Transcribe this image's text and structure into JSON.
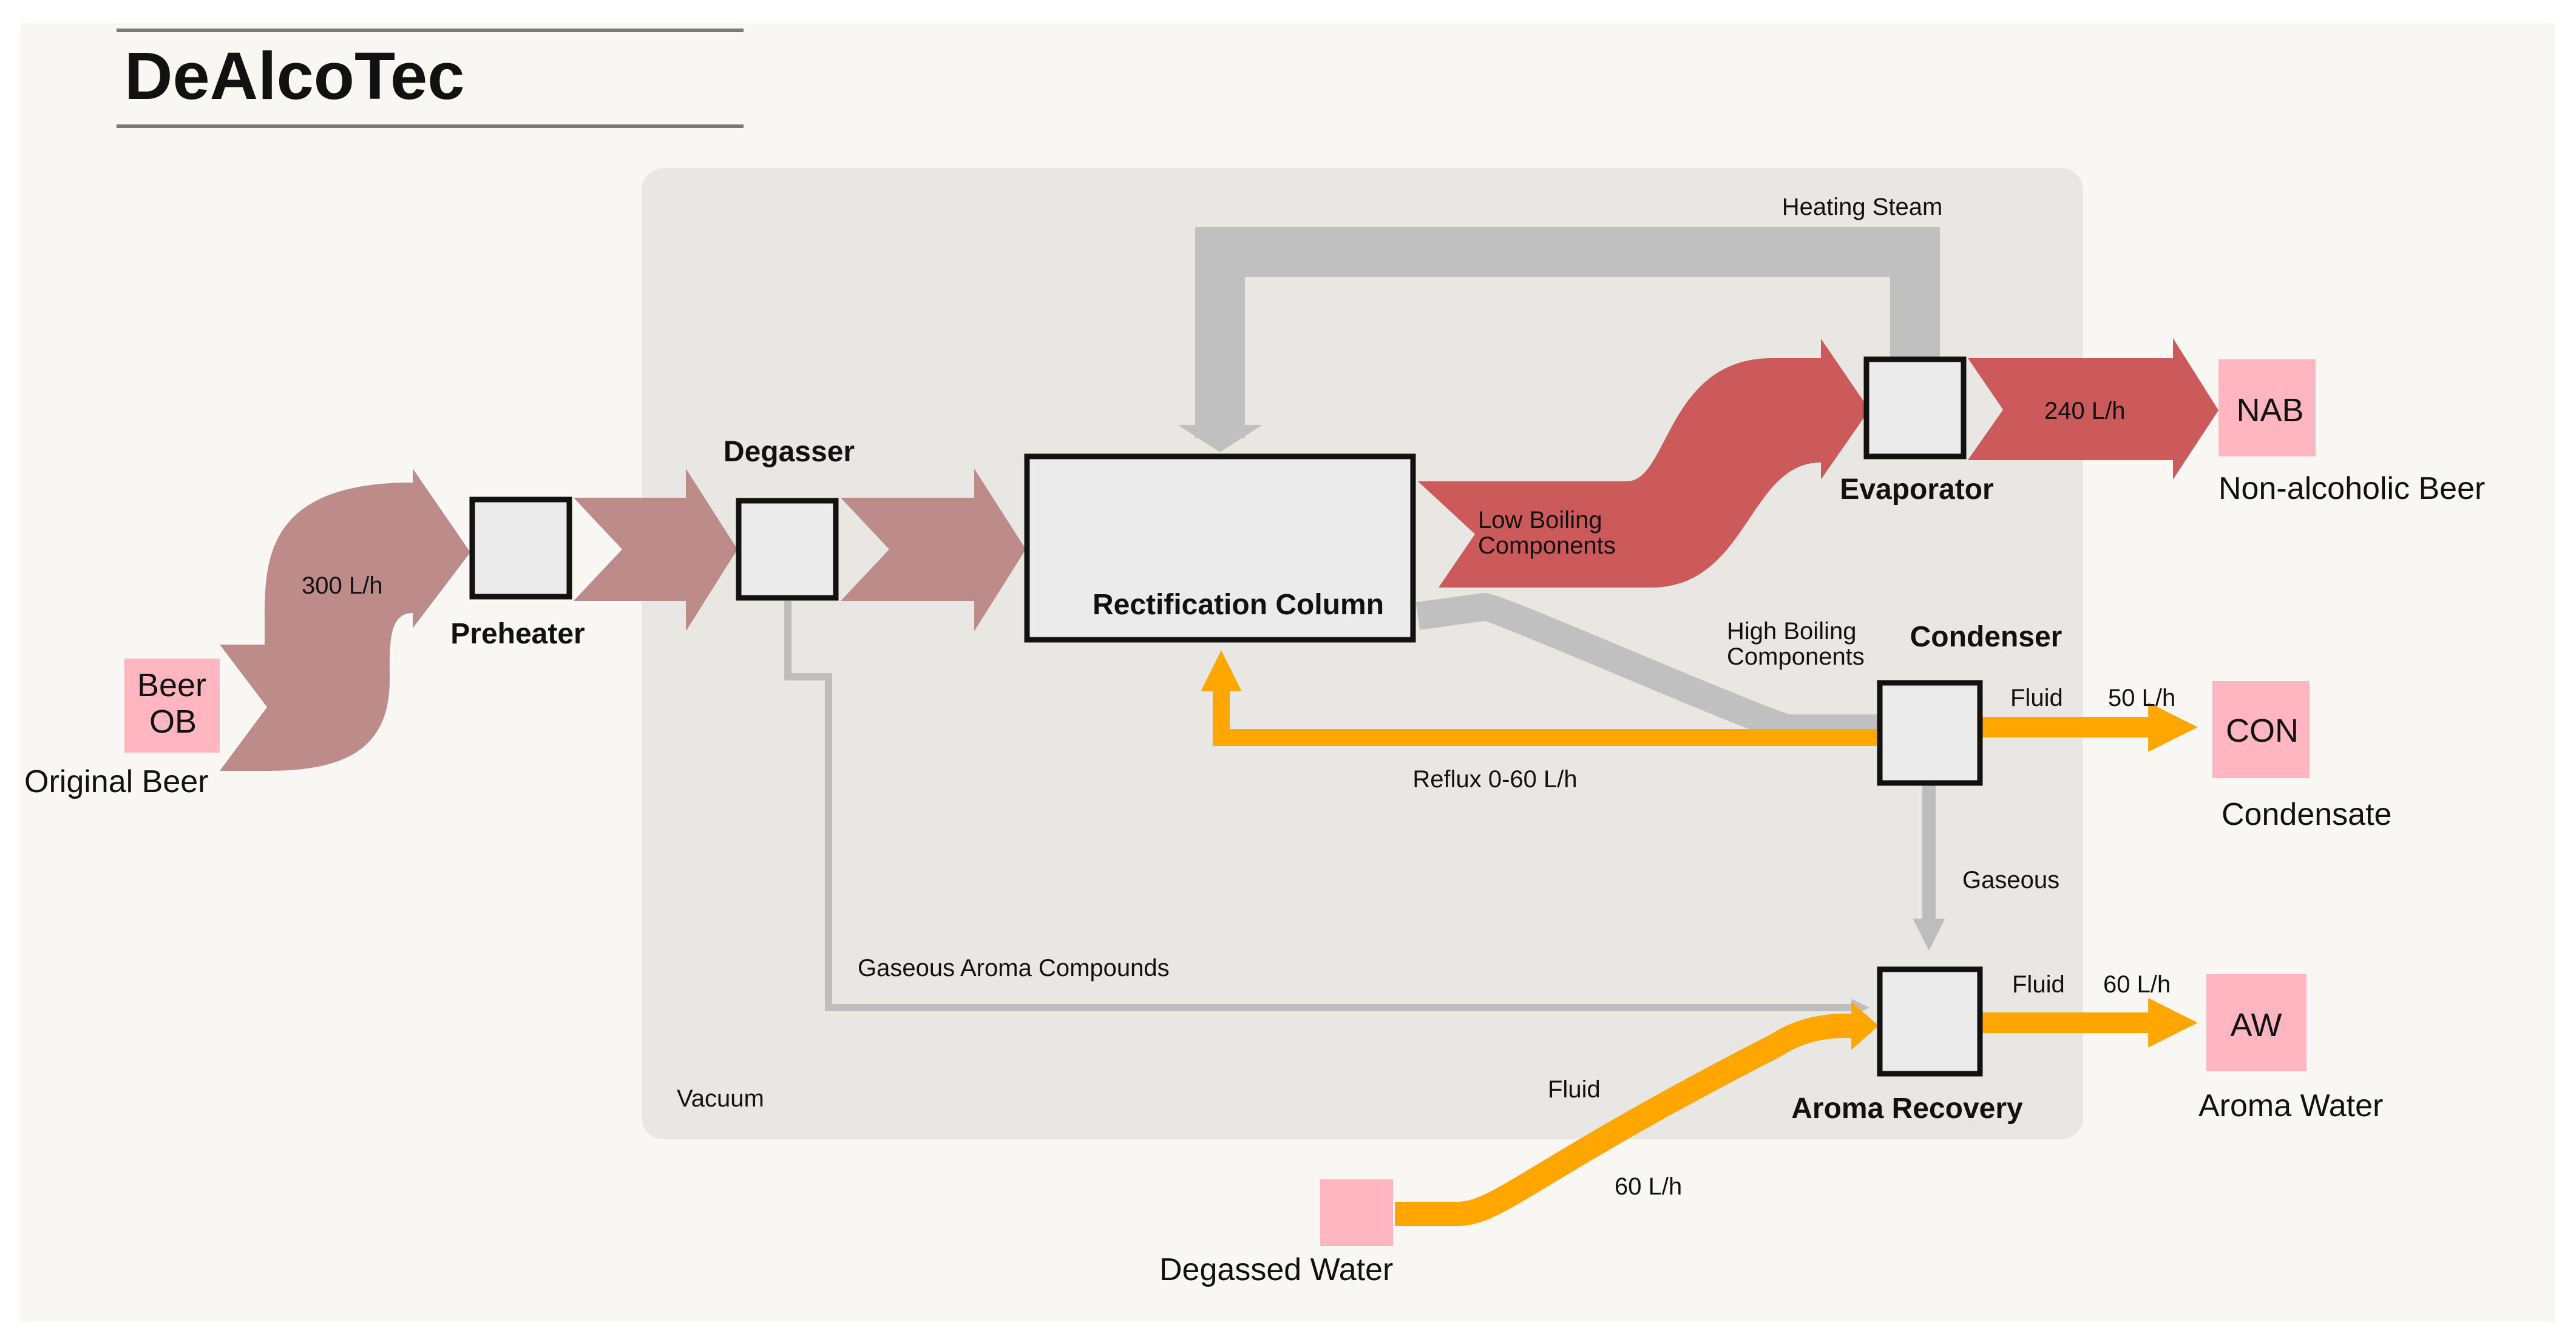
{
  "title": "DeAlcoTec",
  "colors": {
    "page_bg": "#F8F7F3",
    "vacuum_bg": "#E8E7E3",
    "beer_flow": "#BE8B8B",
    "nab_flow": "#CD5A5A",
    "steam_flow": "#C0C0C0",
    "fluid_flow": "#FFA600",
    "terminal_fill": "#FFB6C1",
    "unit_fill": "#EBEBEB"
  },
  "units": {
    "preheater": "Preheater",
    "degasser": "Degasser",
    "rectification": "Rectification Column",
    "evaporator": "Evaporator",
    "condenser": "Condenser",
    "aroma_recovery": "Aroma Recovery"
  },
  "terminals": {
    "ob": {
      "code": [
        "Beer",
        "OB"
      ],
      "name": "Original Beer"
    },
    "nab": {
      "code": "NAB",
      "name": "Non-alcoholic Beer"
    },
    "con": {
      "code": "CON",
      "name": "Condensate"
    },
    "aw": {
      "code": "AW",
      "name": "Aroma Water"
    },
    "dw": {
      "name": "Degassed Water"
    }
  },
  "labels": {
    "vacuum": "Vacuum",
    "heating_steam": "Heating Steam",
    "flow_in": "300 L/h",
    "flow_nab": "240 L/h",
    "low_boiling": [
      "Low Boiling",
      "Components"
    ],
    "high_boiling": [
      "High Boiling",
      "Components"
    ],
    "reflux": "Reflux 0-60 L/h",
    "condenser_fluid": "Fluid",
    "condenser_rate": "50 L/h",
    "gaseous": "Gaseous",
    "gaseous_aroma": "Gaseous Aroma Compounds",
    "aroma_fluid": "Fluid",
    "aroma_rate": "60 L/h",
    "water_fluid": "Fluid",
    "water_rate": "60 L/h"
  }
}
